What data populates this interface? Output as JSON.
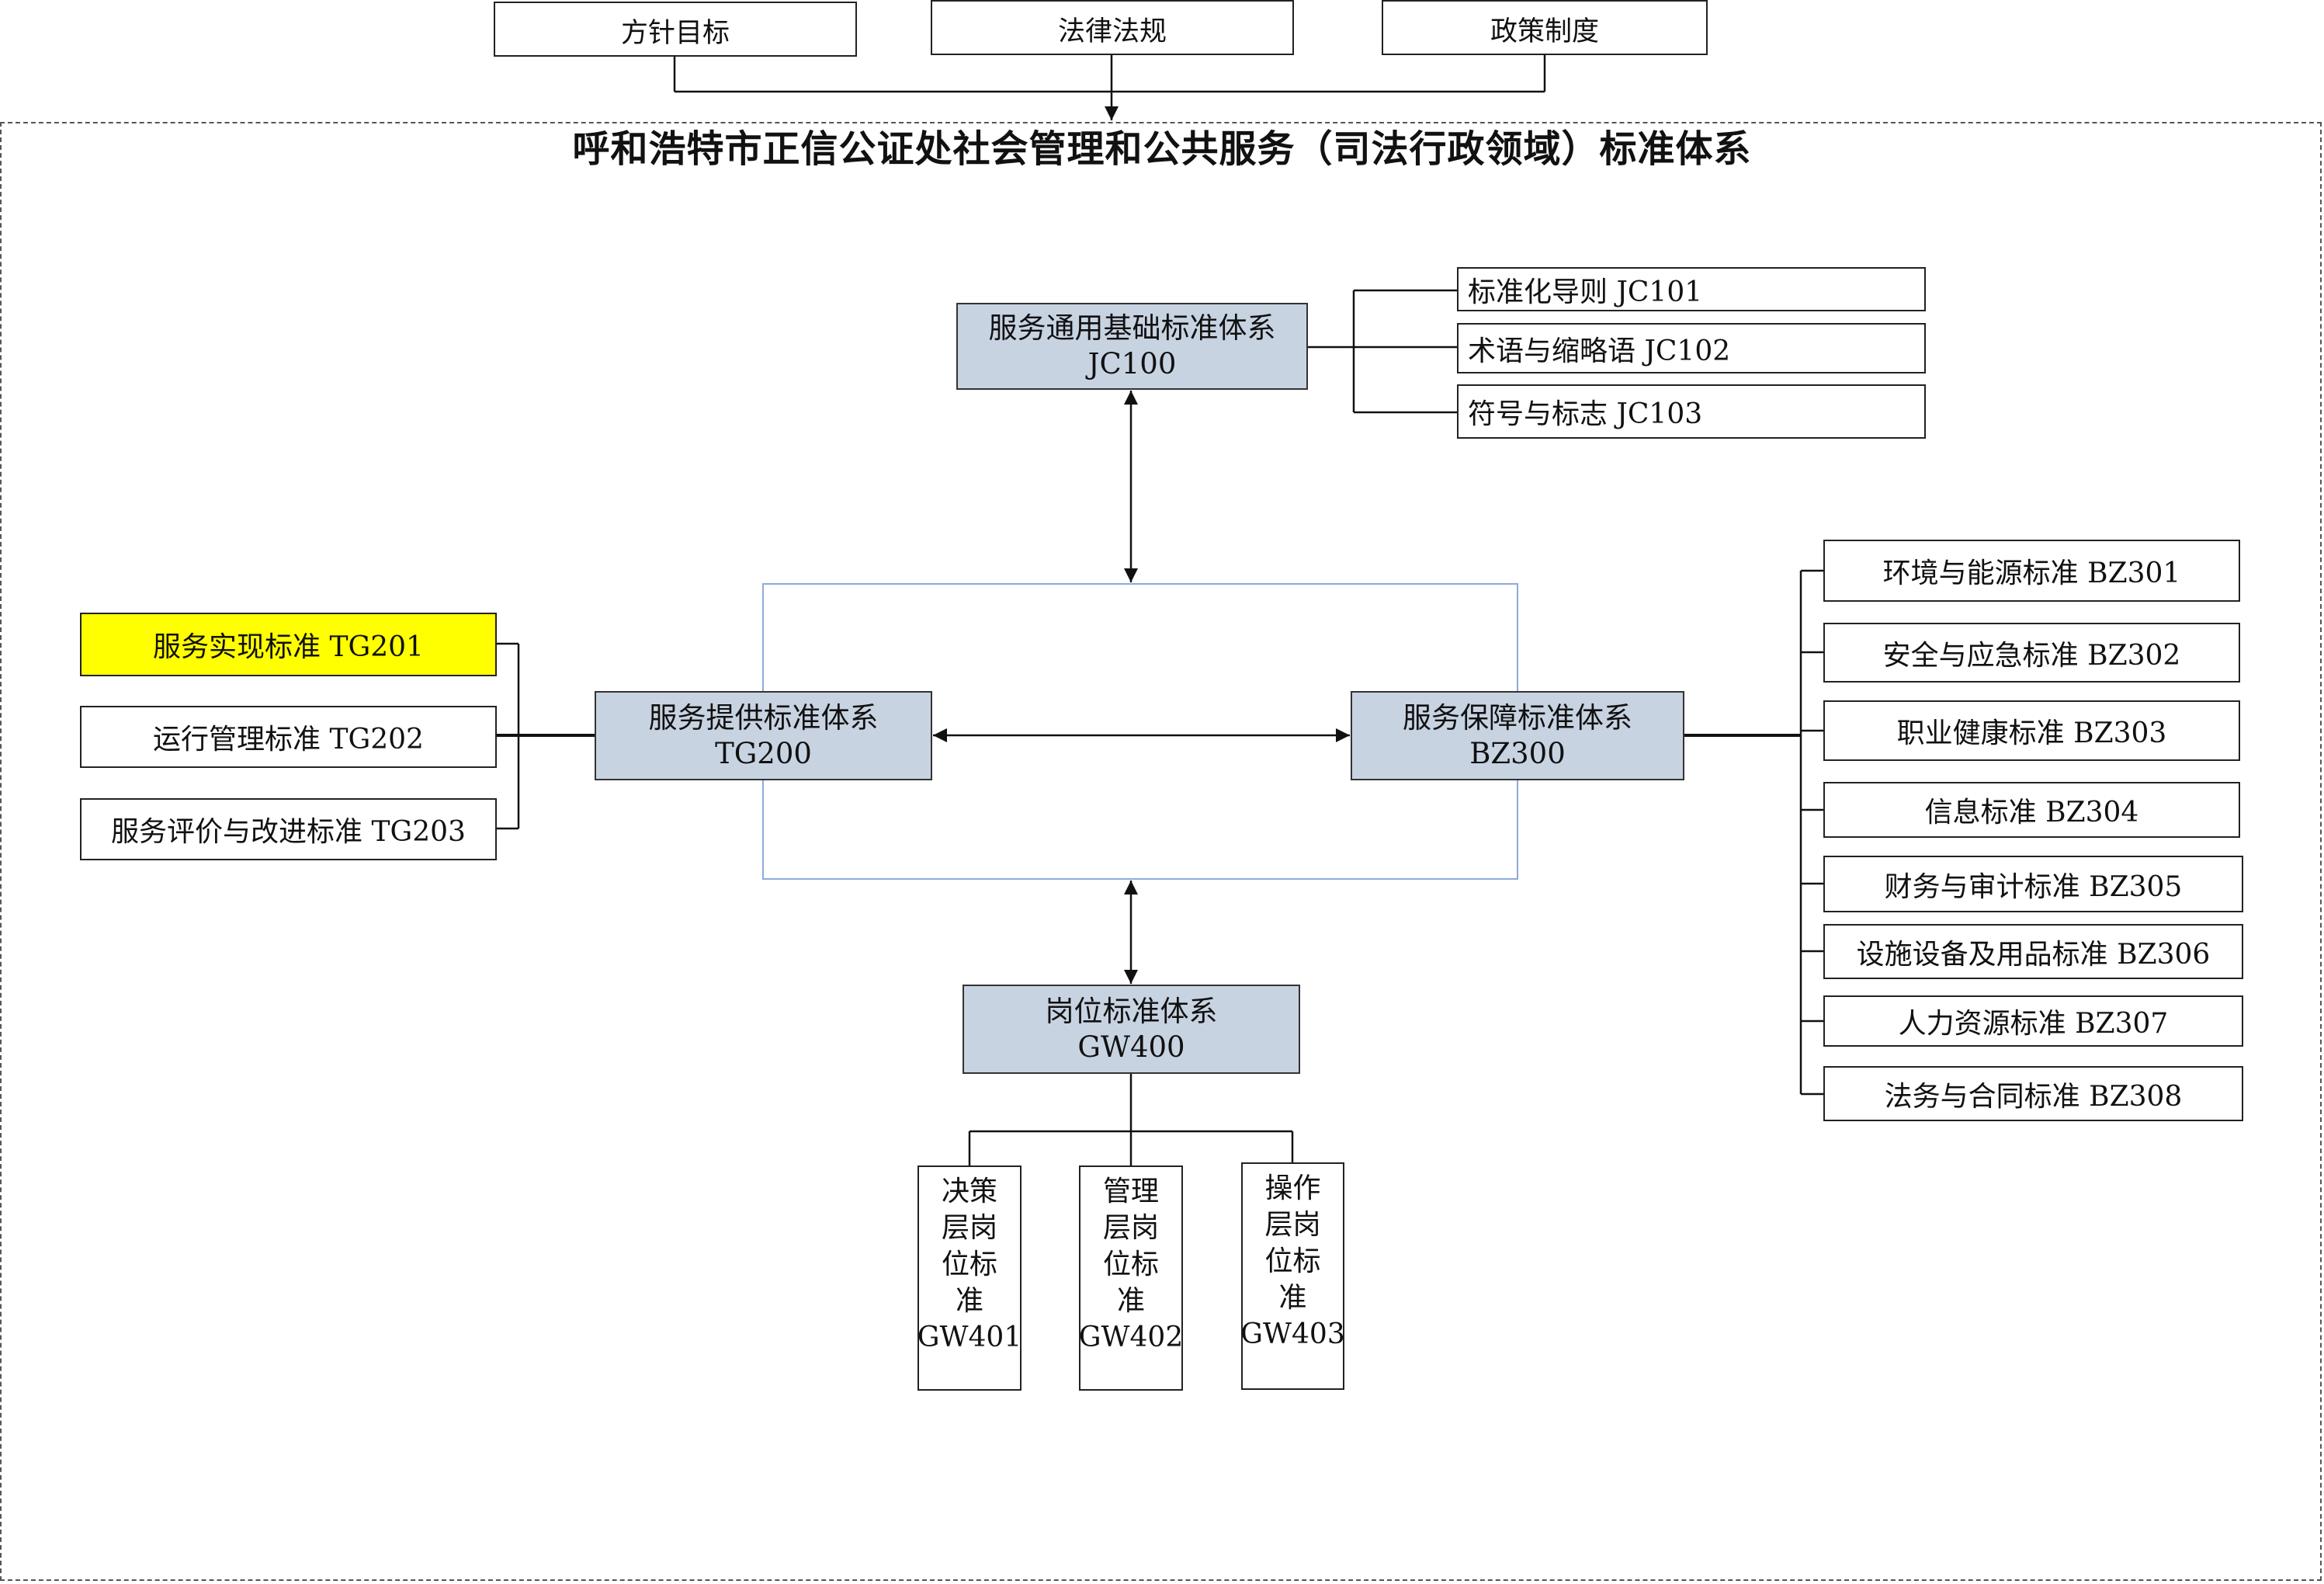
{
  "title": "呼和浩特市正信公证处社会管理和公共服务（司法行政领域）标准体系",
  "inputs": [
    "方针目标",
    "法律法规",
    "政策制度"
  ],
  "core": {
    "jc100": {
      "name": "服务通用基础标准体系",
      "code": "JC100"
    },
    "tg200": {
      "name": "服务提供标准体系",
      "code": "TG200"
    },
    "bz300": {
      "name": "服务保障标准体系",
      "code": "BZ300"
    },
    "gw400": {
      "name": "岗位标准体系",
      "code": "GW400"
    }
  },
  "jc_items": [
    "标准化导则  JC101",
    "术语与缩略语  JC102",
    "符号与标志  JC103"
  ],
  "tg_items": [
    "服务实现标准 TG201",
    "运行管理标准 TG202",
    "服务评价与改进标准 TG203"
  ],
  "bz_items": [
    "环境与能源标准 BZ301",
    "安全与应急标准 BZ302",
    "职业健康标准 BZ303",
    "信息标准 BZ304",
    "财务与审计标准 BZ305",
    "设施设备及用品标准 BZ306",
    "人力资源标准 BZ307",
    "法务与合同标准 BZ308"
  ],
  "gw_items": [
    {
      "name": "决策层岗位标准",
      "code": "GW401"
    },
    {
      "name": "管理层岗位标准",
      "code": "GW402"
    },
    {
      "name": "操作层岗位标准",
      "code": "GW403"
    }
  ],
  "colors": {
    "core_fill": "#c8d3e2",
    "highlight": "#ffff00",
    "frame": "#8eaadb"
  }
}
